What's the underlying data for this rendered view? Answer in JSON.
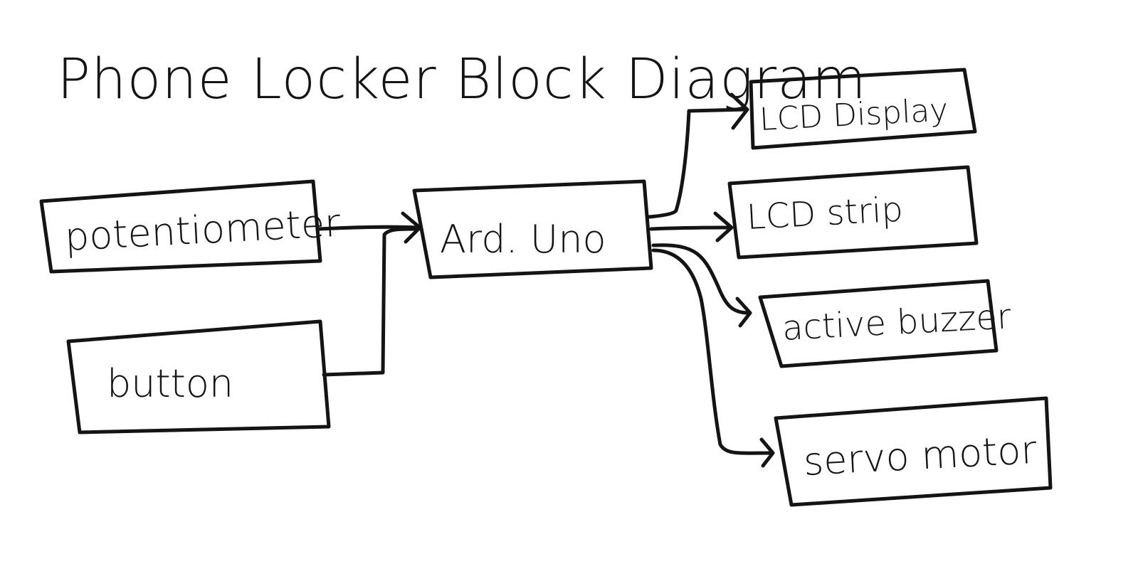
{
  "title": "Phone Locker Block Diagram",
  "blocks": {
    "potentiometer": "potentiometer",
    "button": "button",
    "arduino": "Ard. Uno",
    "lcd_display": "LCD Display",
    "led_strip": "LCD strip",
    "active_buzzer": "active buzzer",
    "servo_motor": "servo motor"
  }
}
